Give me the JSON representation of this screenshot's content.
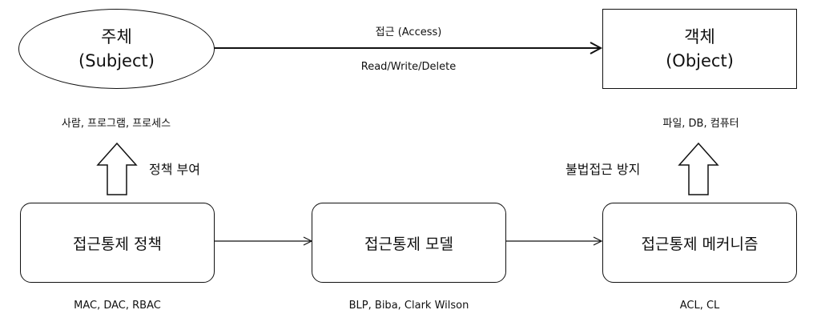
{
  "subject": {
    "title": "주체",
    "subtitle": "(Subject)",
    "examples": "사람, 프로그램, 프로세스"
  },
  "object": {
    "title": "객체",
    "subtitle": "(Object)",
    "examples": "파일, DB, 컴퓨터"
  },
  "access": {
    "label": "접근 (Access)",
    "operations": "Read/Write/Delete"
  },
  "policy": {
    "label": "접근통제 정책",
    "examples": "MAC, DAC, RBAC"
  },
  "model": {
    "label": "접근통제 모델",
    "examples": "BLP, Biba, Clark Wilson"
  },
  "mechanism": {
    "label": "접근통제 메커니즘",
    "examples": "ACL, CL"
  },
  "arrows": {
    "policy_grant": "정책 부여",
    "prevent_illegal": "불법접근 방지"
  }
}
